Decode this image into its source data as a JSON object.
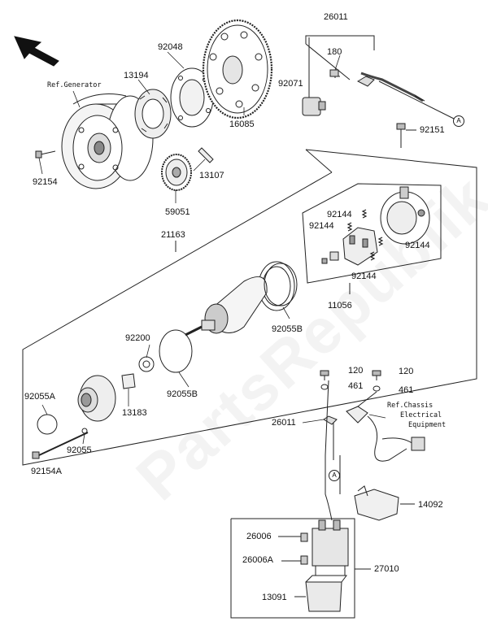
{
  "diagram": {
    "references": {
      "generator": "Ref.Generator",
      "chassis_1": "Ref.Chassis",
      "chassis_2": "Electrical",
      "chassis_3": "Equipment"
    },
    "connector_marker": "A",
    "parts": {
      "p26011_top": "26011",
      "p180": "180",
      "p92071": "92071",
      "p92048": "92048",
      "p13194": "13194",
      "p16085": "16085",
      "p92151": "92151",
      "p92154": "92154",
      "p13107": "13107",
      "p59051": "59051",
      "p21163": "21163",
      "p92144_a": "92144",
      "p92144_b": "92144",
      "p92144_c": "92144",
      "p92144_d": "92144",
      "p11056": "11056",
      "p92055B_a": "92055B",
      "p92200": "92200",
      "p92055A": "92055A",
      "p13183": "13183",
      "p92055B_b": "92055B",
      "p92055": "92055",
      "p92154A": "92154A",
      "p120_a": "120",
      "p120_b": "120",
      "p461_a": "461",
      "p461_b": "461",
      "p26011_mid": "26011",
      "p14092": "14092",
      "p26006": "26006",
      "p26006A": "26006A",
      "p27010": "27010",
      "p13091": "13091"
    },
    "watermark": "PartsRepublik",
    "colors": {
      "line": "#222222",
      "fill_light": "#eeeeee",
      "fill_mid": "#cfcfcf",
      "fill_dark": "#555555"
    }
  }
}
